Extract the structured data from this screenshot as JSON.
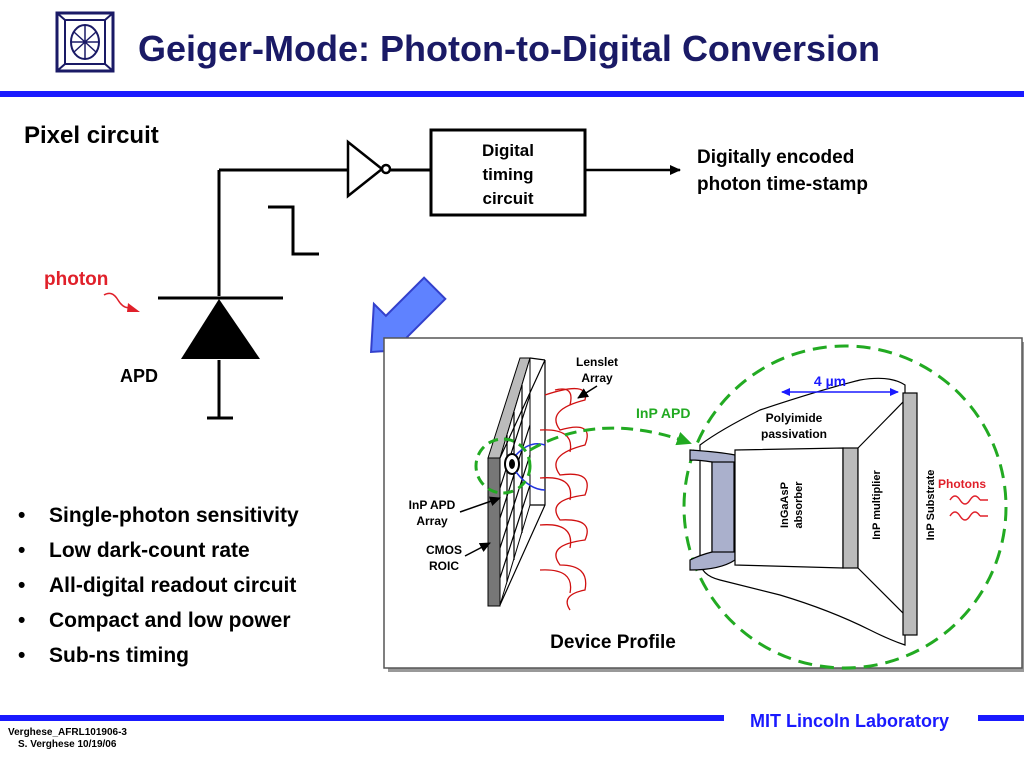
{
  "header": {
    "title": "Geiger-Mode: Photon-to-Digital Conversion",
    "logo_icon": "lincoln-lab-logo-icon"
  },
  "pixel_circuit": {
    "heading": "Pixel circuit",
    "timing_box": [
      "Digital",
      "timing",
      "circuit"
    ],
    "output_label": [
      "Digitally encoded",
      "photon time-stamp"
    ],
    "photon_label": "photon",
    "apd_label": "APD"
  },
  "bullets": [
    "Single-photon sensitivity",
    "Low dark-count rate",
    "All-digital readout circuit",
    "Compact and low power",
    "Sub-ns timing"
  ],
  "device_profile": {
    "caption": "Device Profile",
    "lenslet": [
      "Lenslet",
      "Array"
    ],
    "inp_apd_array": [
      "InP APD",
      "Array"
    ],
    "cmos_roic": [
      "CMOS",
      "ROIC"
    ],
    "inp_apd": "InP APD",
    "width": "4 µm",
    "polyimide": [
      "Polyimide",
      "passivation"
    ],
    "ingaasp": [
      "InGaAsP",
      "absorber"
    ],
    "multiplier": "InP multiplier",
    "substrate": "InP Substrate",
    "photons": "Photons"
  },
  "footer": {
    "lab": "MIT Lincoln Laboratory",
    "doc_id": "Verghese_AFRL101906-3",
    "author_date": "S. Verghese 10/19/06"
  },
  "colors": {
    "title": "#1a1a66",
    "accent_blue": "#1a1aff",
    "photon_red": "#e0202a",
    "lens_red": "#d01010",
    "zoom_green": "#22aa22",
    "arrow_blue": "#5f82ff"
  }
}
